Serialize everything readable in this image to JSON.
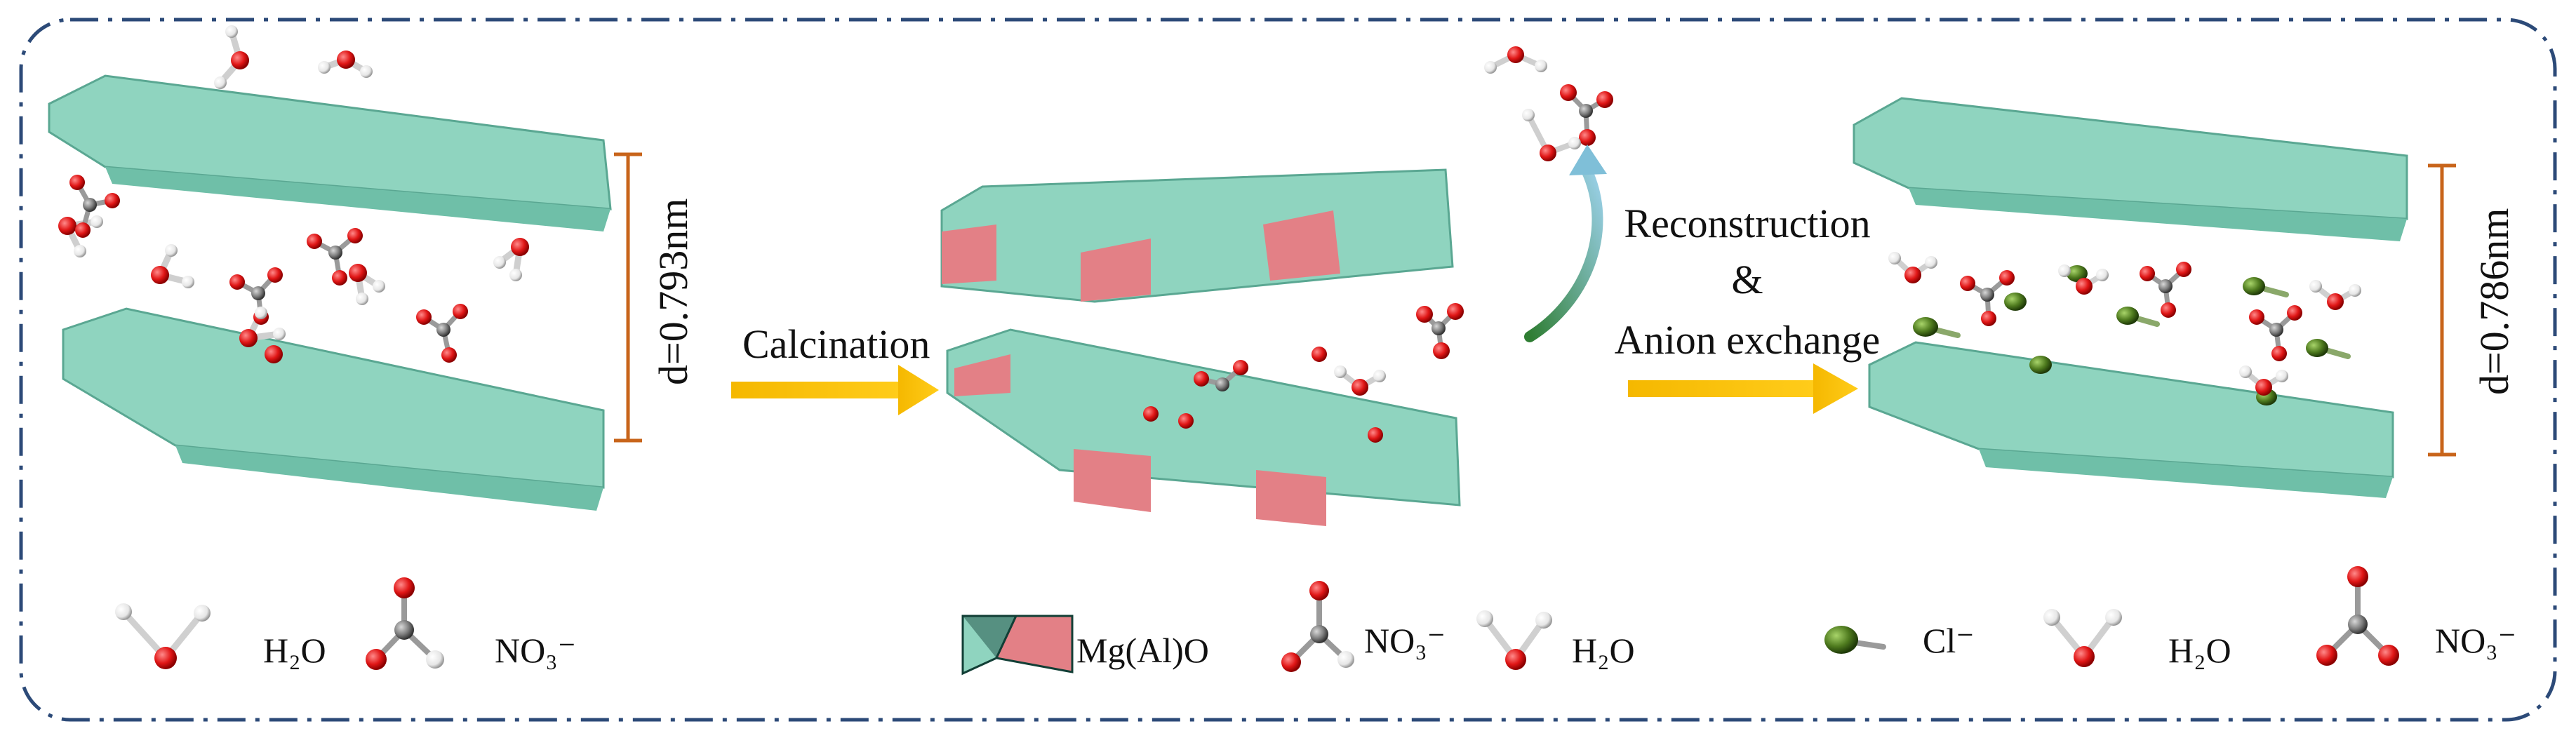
{
  "colors": {
    "border": "#2c4a78",
    "layer": "#8fd4bf",
    "layer_dark": "#123f36",
    "mixed_oxide": "#e38086",
    "arrow": "#f5b800",
    "curved_arrow": "#3c8a3c",
    "spacing_bar": "#c8641a",
    "oxygen": "#e01616",
    "nitrogen": "#8a8a8a",
    "hydrogen": "#f2f2f2",
    "chloride": "#4e7a1e"
  },
  "panel1": {
    "spacing": "d=0.793nm",
    "legend": {
      "water": "H₂O",
      "nitrate": "NO₃⁻"
    }
  },
  "step1": {
    "label": "Calcination"
  },
  "panel2": {
    "legend": {
      "oxide": "Mg(Al)O",
      "nitrate": "NO₃⁻",
      "water": "H₂O"
    }
  },
  "step2": {
    "line1": "Reconstruction",
    "line2": "&",
    "line3": "Anion exchange"
  },
  "panel3": {
    "spacing": "d=0.786nm",
    "legend": {
      "chloride": "Cl⁻",
      "water": "H₂O",
      "nitrate": "NO₃⁻"
    }
  }
}
